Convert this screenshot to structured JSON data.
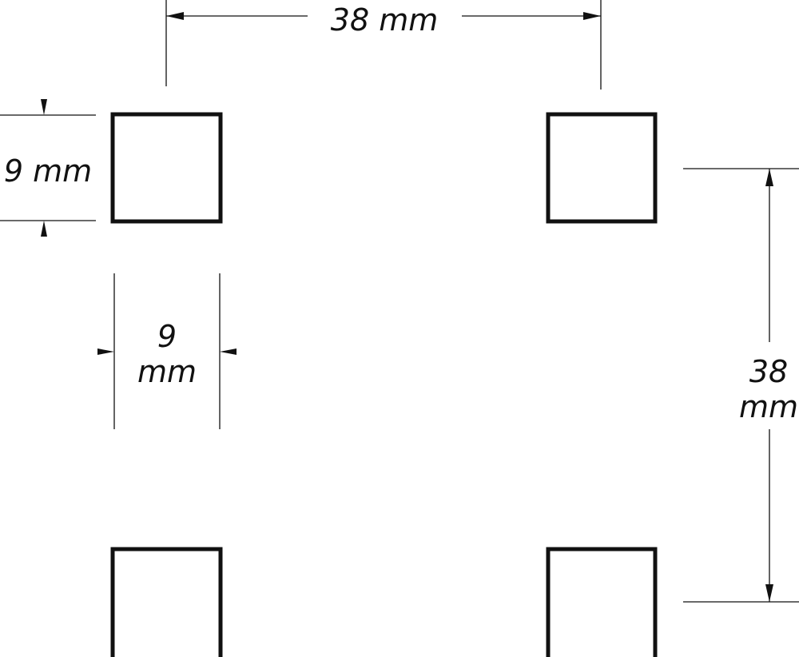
{
  "diagram": {
    "labels": {
      "top_spacing": "38 mm",
      "square_height": "9 mm",
      "square_width_value": "9",
      "square_width_unit": "mm",
      "right_spacing_value": "38",
      "right_spacing_unit": "mm"
    },
    "square_count": 4,
    "colors": {
      "stroke": "#111111",
      "background": "#ffffff"
    }
  }
}
